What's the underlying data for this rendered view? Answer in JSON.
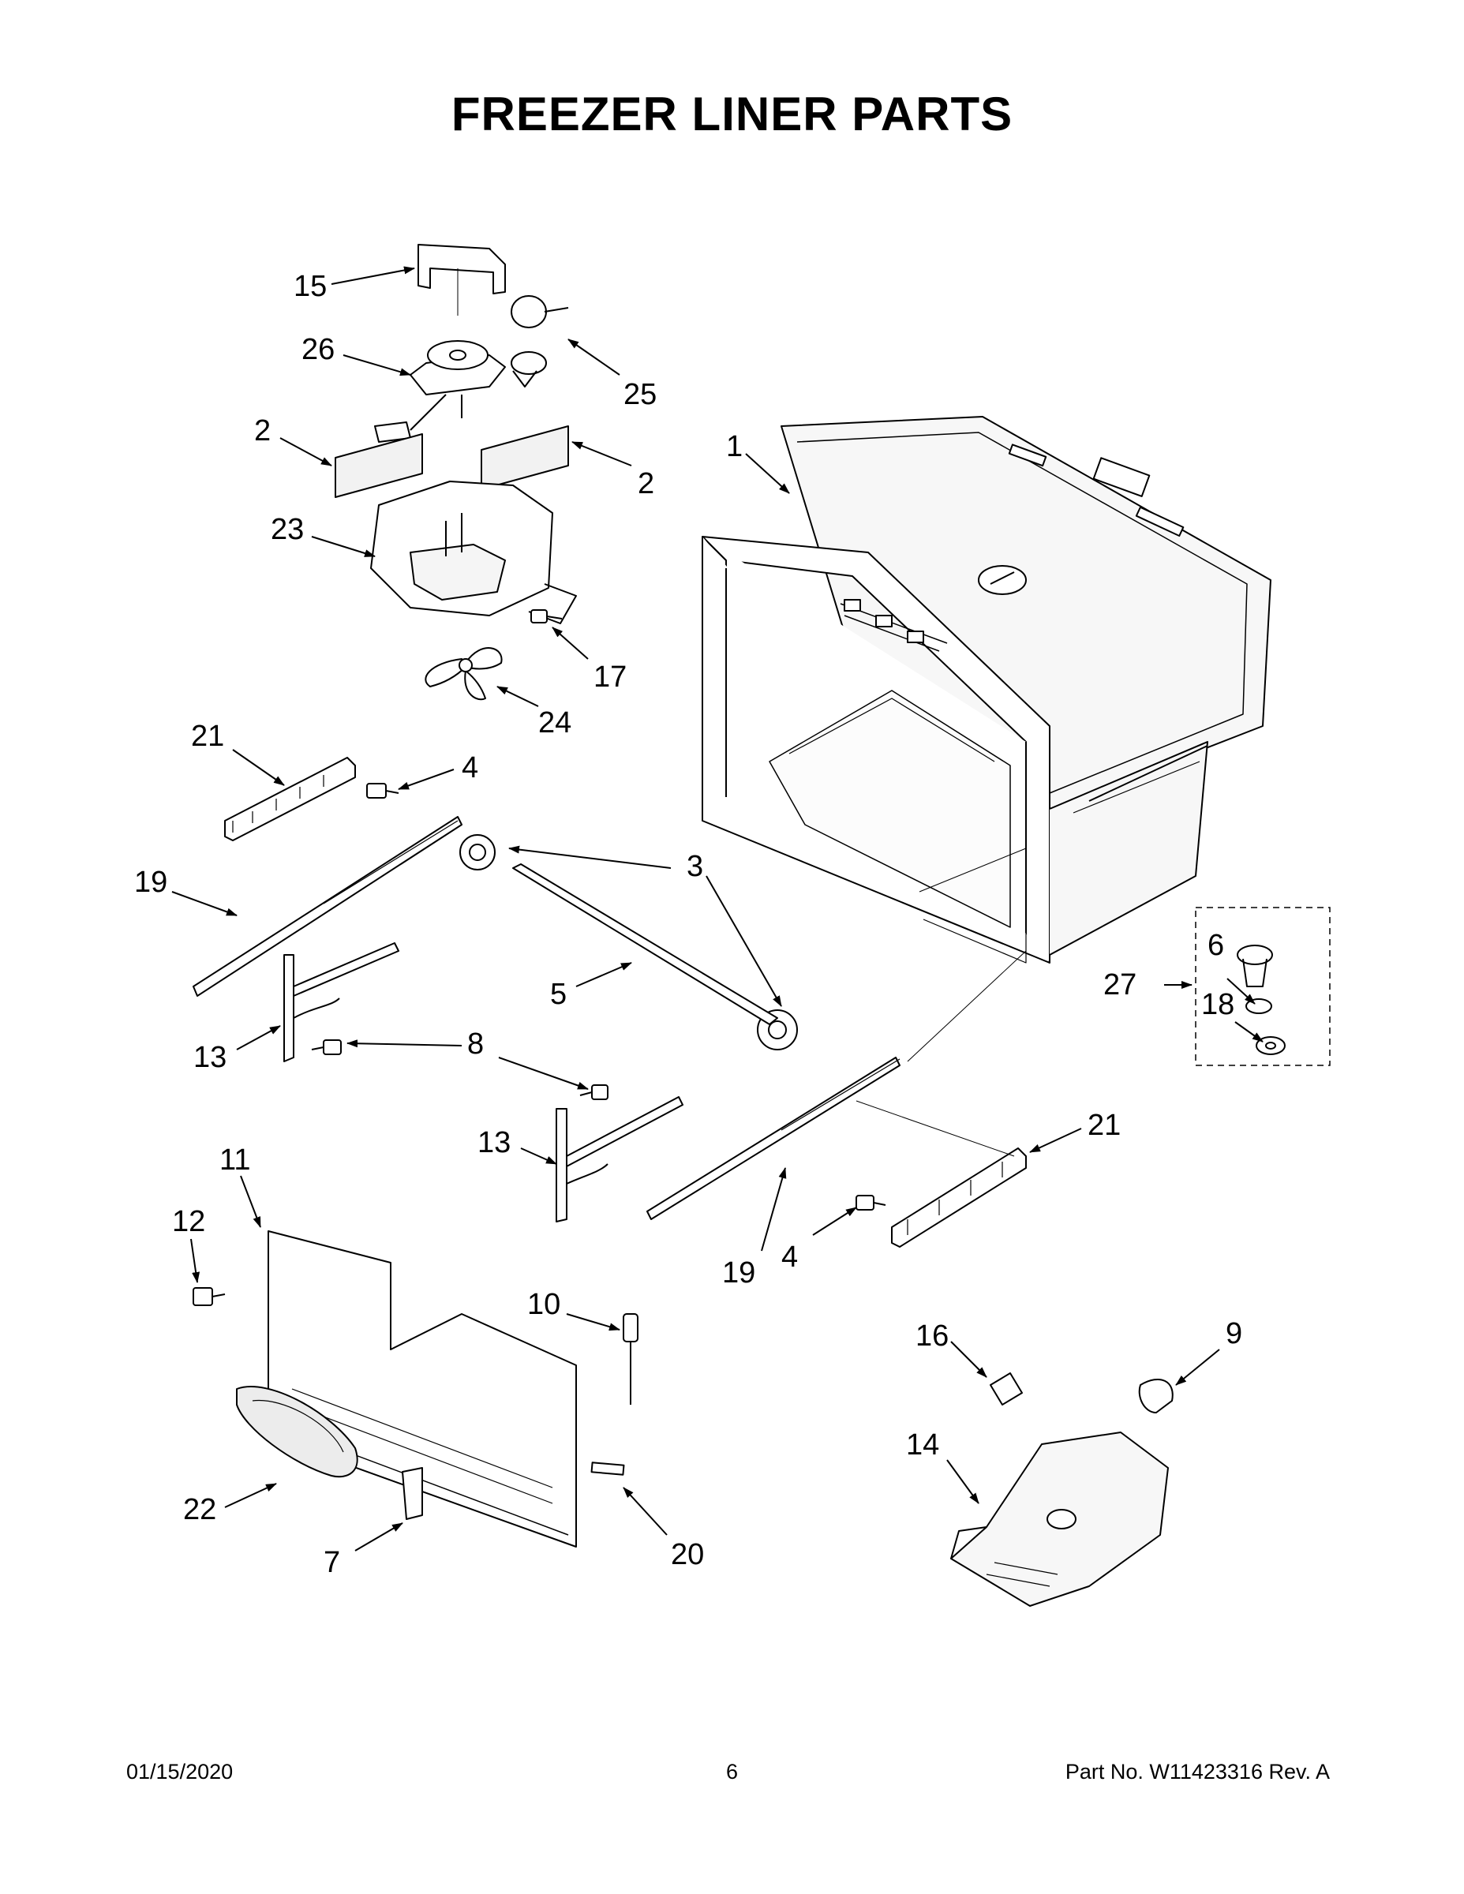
{
  "title": "FREEZER LINER PARTS",
  "footer": {
    "date": "01/15/2020",
    "page_number": "6",
    "part_number": "Part No.  W11423316  Rev.  A"
  },
  "callouts": [
    "15",
    "26",
    "25",
    "2",
    "2",
    "1",
    "23",
    "17",
    "24",
    "21",
    "4",
    "3",
    "19",
    "5",
    "13",
    "8",
    "6",
    "27",
    "18",
    "13",
    "21",
    "11",
    "12",
    "19",
    "4",
    "10",
    "16",
    "9",
    "14",
    "22",
    "20",
    "7"
  ]
}
